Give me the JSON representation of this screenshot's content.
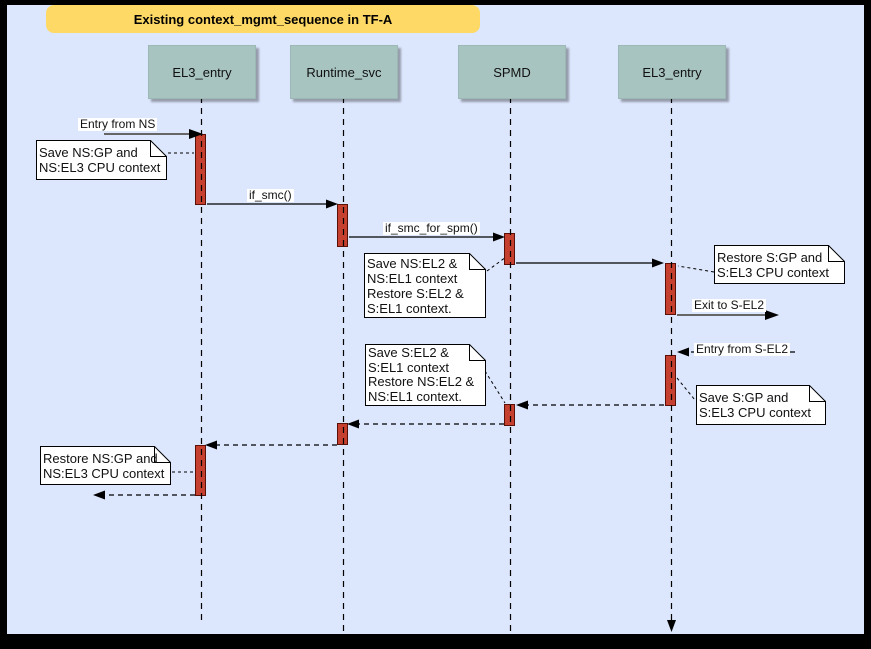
{
  "title": "Existing context_mgmt_sequence in TF-A",
  "lifelines": [
    {
      "label": "EL3_entry"
    },
    {
      "label": "Runtime_svc"
    },
    {
      "label": "SPMD"
    },
    {
      "label": "EL3_entry"
    }
  ],
  "messages": {
    "entry_from_ns": "Entry from NS",
    "if_smc": "if_smc()",
    "if_smc_for_spm": "if_smc_for_spm()",
    "exit_to_s_el2": "Exit to S-EL2",
    "entry_from_s_el2": "Entry from S-EL2"
  },
  "notes": {
    "save_ns_gp": "Save NS:GP and\nNS:EL3 CPU context",
    "save_ns_el2": "Save NS:EL2 &\nNS:EL1 context\nRestore S:EL2 &\nS:EL1 context.",
    "restore_s_gp": "Restore S:GP and\nS:EL3 CPU context",
    "save_s_el2": "Save S:EL2 &\nS:EL1 context\nRestore NS:EL2 &\nNS:EL1 context.",
    "save_s_gp": "Save S:GP and\nS:EL3 CPU context",
    "restore_ns_gp": "Restore NS:GP and\nNS:EL3 CPU context"
  },
  "colors": {
    "background": "#dce6fc",
    "frame": "#000000",
    "title_fill": "#ffd966",
    "lifeline_head_fill": "#a8c4c1",
    "activation_fill": "#c5402e",
    "activation_stroke": "#5b1007",
    "note_fill": "#ffffff",
    "external_arrow": "#666666"
  }
}
